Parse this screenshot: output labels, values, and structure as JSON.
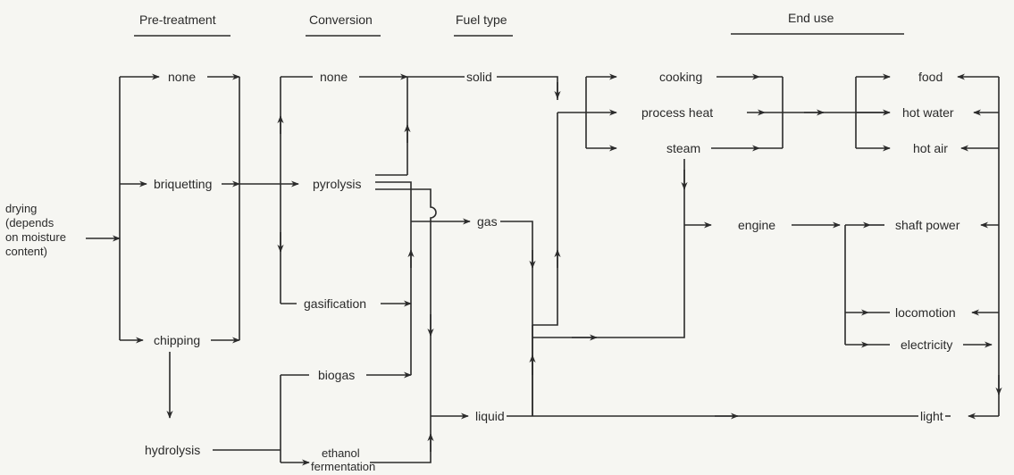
{
  "headers": {
    "pretreatment": "Pre-treatment",
    "conversion": "Conversion",
    "fuel_type": "Fuel type",
    "end_use": "End use"
  },
  "input": {
    "line1": "drying",
    "line2": "(depends",
    "line3": "on moisture",
    "line4": "content)"
  },
  "pretreatment": {
    "none": "none",
    "briquetting": "briquetting",
    "chipping": "chipping",
    "hydrolysis": "hydrolysis"
  },
  "conversion": {
    "none": "none",
    "pyrolysis": "pyrolysis",
    "gasification": "gasification",
    "biogas": "biogas",
    "ethanol_1": "ethanol",
    "ethanol_2": "fermentation"
  },
  "fuel_type": {
    "solid": "solid",
    "gas": "gas",
    "liquid": "liquid"
  },
  "process": {
    "cooking": "cooking",
    "process_heat": "process heat",
    "steam": "steam",
    "engine": "engine"
  },
  "end_use": {
    "food": "food",
    "hot_water": "hot water",
    "hot_air": "hot air",
    "shaft_power": "shaft power",
    "locomotion": "locomotion",
    "electricity": "electricity",
    "light": "light"
  },
  "colors": {
    "background": "#f6f6f2",
    "ink": "#2b2b2b"
  }
}
